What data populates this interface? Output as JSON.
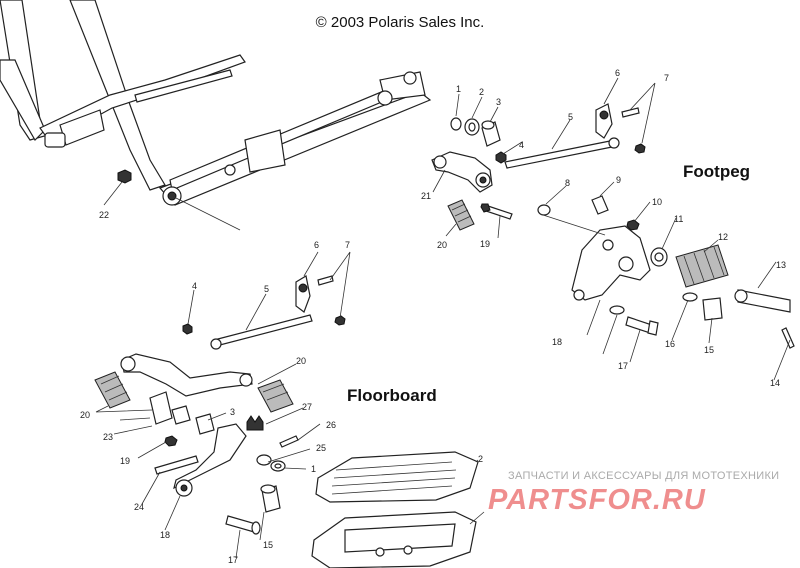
{
  "copyright": "© 2003 Polaris Sales Inc.",
  "headings": {
    "footpeg": "Footpeg",
    "floorboard": "Floorboard"
  },
  "watermark": {
    "tagline": "ЗАПЧАСТИ И АКСЕССУАРЫ ДЛЯ МОТОТЕХНИКИ",
    "logo": "PARTSFOR.RU",
    "color": "#e03232"
  },
  "callouts": {
    "frame": [
      "22"
    ],
    "footpeg": [
      "1",
      "2",
      "3",
      "4",
      "5",
      "6",
      "7",
      "8",
      "9",
      "10",
      "11",
      "12",
      "13",
      "14",
      "15",
      "16",
      "17",
      "18",
      "19",
      "20",
      "21"
    ],
    "floorboard": [
      "1",
      "2",
      "3",
      "4",
      "5",
      "6",
      "7",
      "15",
      "17",
      "18",
      "19",
      "20",
      "20",
      "23",
      "24",
      "25",
      "26",
      "27"
    ]
  }
}
